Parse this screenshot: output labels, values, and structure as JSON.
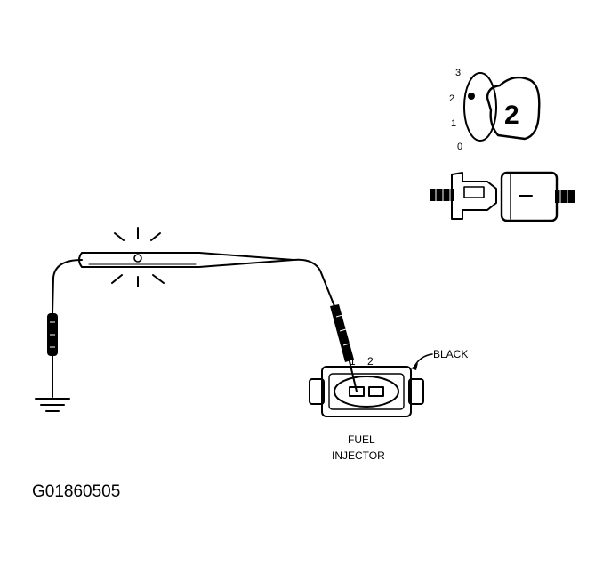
{
  "labels": {
    "connector_color": "BLACK",
    "pin_1": "1",
    "pin_2": "2",
    "component_line1": "FUEL",
    "component_line2": "INJECTOR",
    "figure_code": "G01860505"
  },
  "switch": {
    "positions": [
      "3",
      "2",
      "1",
      "0"
    ],
    "selected": "2"
  }
}
